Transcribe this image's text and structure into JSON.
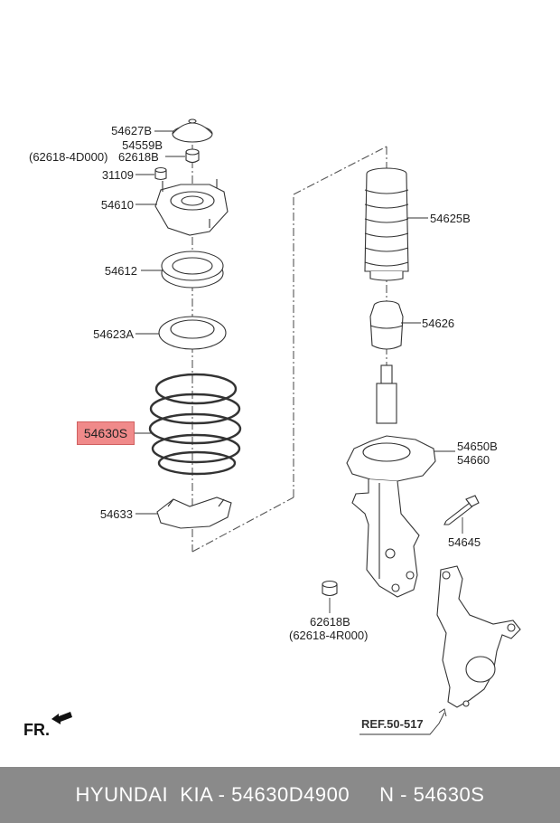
{
  "labels": {
    "p54627B": "54627B",
    "p54559B": "54559B",
    "p62618_4D000": "(62618-4D000)",
    "p62618B_top": "62618B",
    "p31109": "31109",
    "p54610": "54610",
    "p54612": "54612",
    "p54623A": "54623A",
    "p54630S": "54630S",
    "p54633": "54633",
    "p54625B": "54625B",
    "p54626": "54626",
    "p54650B": "54650B",
    "p54660": "54660",
    "p54645": "54645",
    "p62618B_bottom": "62618B",
    "p62618_4R000": "(62618-4R000)"
  },
  "ref_label": "REF.50-517",
  "front_label": "FR.",
  "footer_text": "HYUNDAI  KIA - 54630D4900     N - 54630S",
  "highlight_color": "#f08a8a"
}
